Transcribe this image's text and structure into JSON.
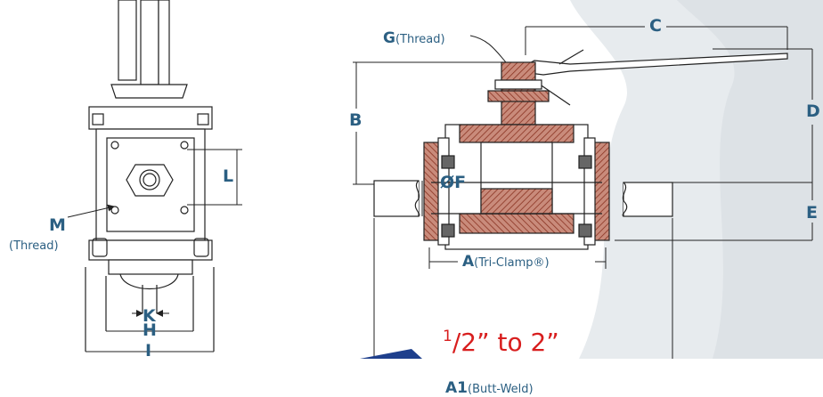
{
  "labels": {
    "g_letter": "G",
    "g_sub": "(Thread)",
    "c": "C",
    "b": "B",
    "d": "D",
    "e": "E",
    "phi_f": "ØF",
    "a_letter": "A",
    "a_sub": "(Tri-Clamp®)",
    "a1_letter": "A1",
    "a1_sub": "(Butt-Weld)",
    "l": "L",
    "m_letter": "M",
    "m_sub": "(Thread)",
    "k": "K",
    "h": "H",
    "i": "I"
  },
  "size_range": {
    "numerator": "1",
    "rest": "/2” to 2”"
  },
  "colors": {
    "dimension_label": "#2b5f82",
    "size_range": "#d81e1e",
    "line_art": "#222222",
    "hatch": "#a84a36",
    "background_shade": "#e7ebee"
  }
}
